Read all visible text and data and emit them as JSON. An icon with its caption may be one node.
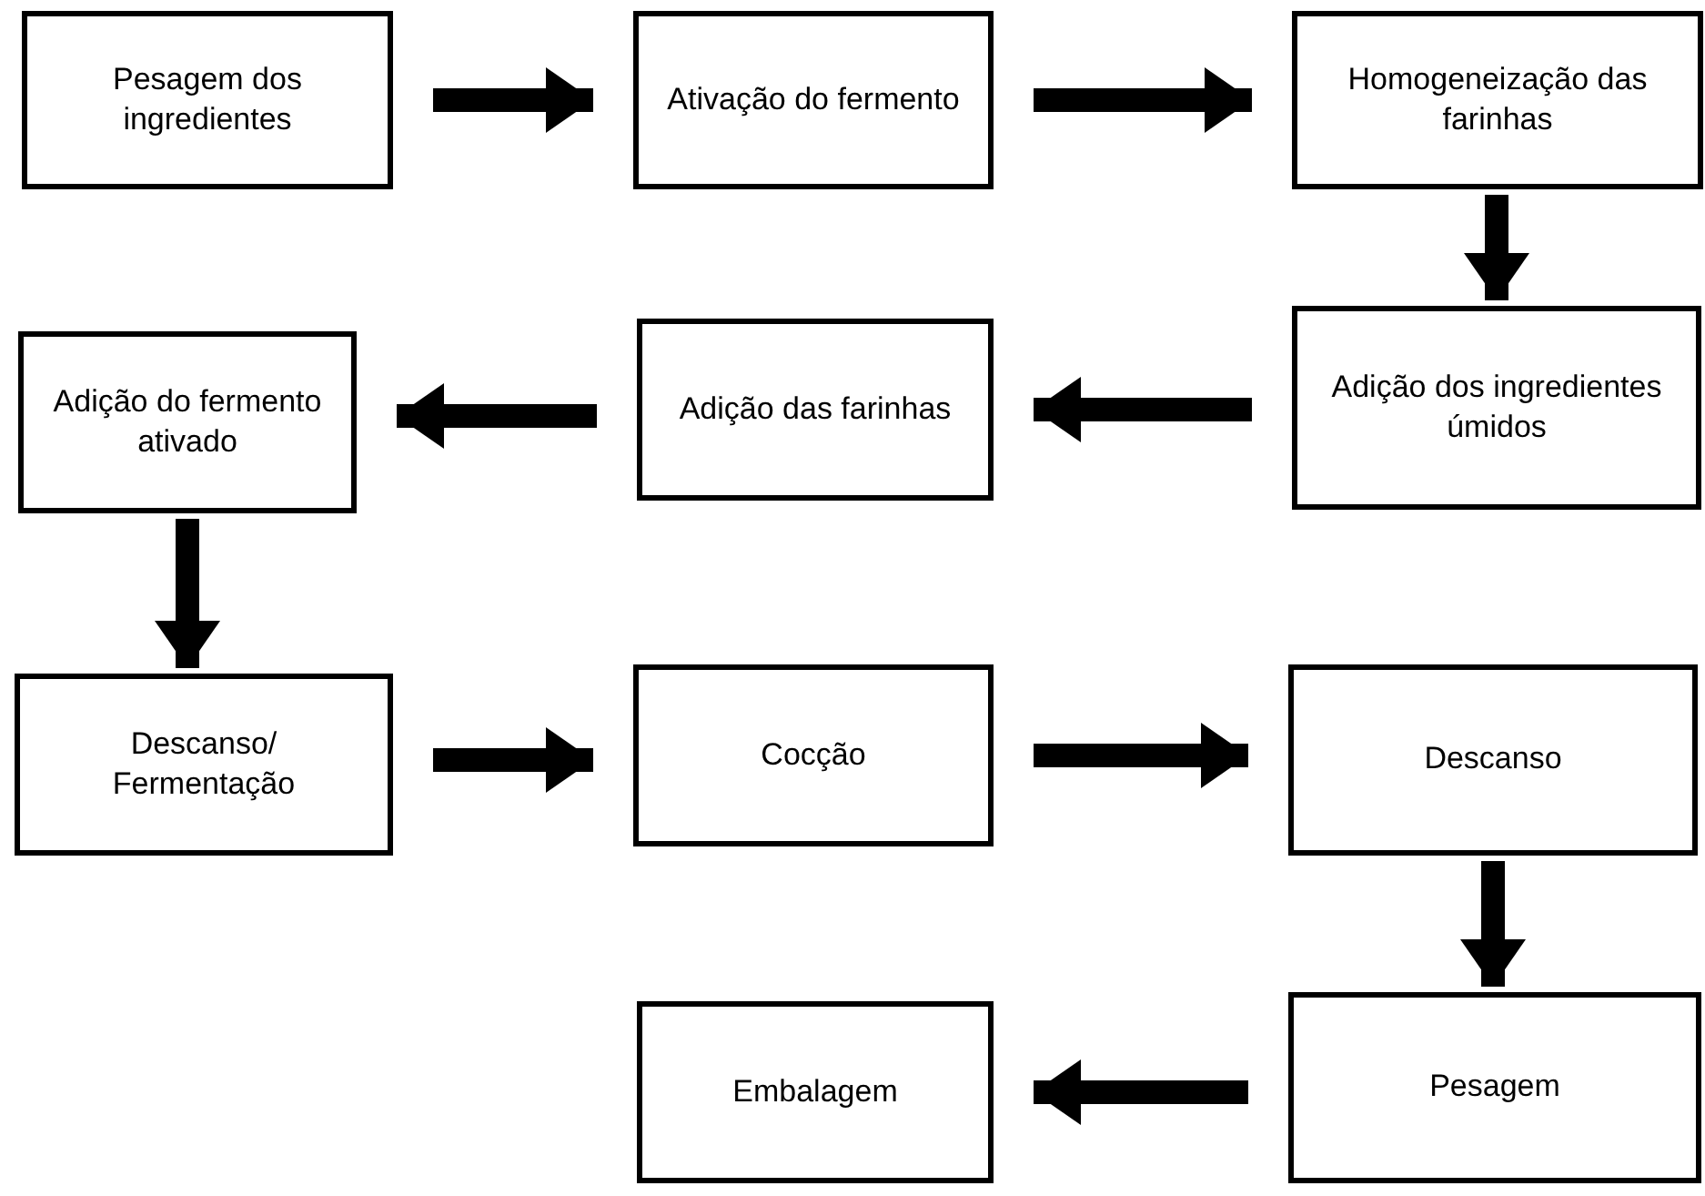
{
  "diagram": {
    "nodes": [
      {
        "text": [
          "Pesagem dos ingredientes"
        ]
      },
      {
        "text": [
          "Ativação do fermento"
        ]
      },
      {
        "text": [
          "Homogeneização das farinhas"
        ]
      },
      {
        "text": [
          "Adição dos ingredientes úmidos"
        ]
      },
      {
        "text": [
          "Adição das farinhas"
        ]
      },
      {
        "text": [
          "Adição do fermento ativado"
        ]
      },
      {
        "text": [
          "Descanso/ Fermentação"
        ]
      },
      {
        "text": [
          "Cocção"
        ]
      },
      {
        "text": [
          "Descanso"
        ]
      },
      {
        "text": [
          "Pesagem"
        ]
      },
      {
        "text": [
          "Embalagem"
        ]
      }
    ],
    "edges": [
      {
        "from": 0,
        "to": 1,
        "arrow": "to"
      },
      {
        "from": 1,
        "to": 2,
        "arrow": "to"
      },
      {
        "from": 2,
        "to": 3,
        "arrow": "to"
      },
      {
        "from": 3,
        "to": 4,
        "arrow": "to"
      },
      {
        "from": 4,
        "to": 5,
        "arrow": "to"
      },
      {
        "from": 5,
        "to": 6,
        "arrow": "to"
      },
      {
        "from": 6,
        "to": 7,
        "arrow": "to"
      },
      {
        "from": 7,
        "to": 8,
        "arrow": "to"
      },
      {
        "from": 8,
        "to": 9,
        "arrow": "to"
      },
      {
        "from": 9,
        "to": 10,
        "arrow": "to"
      }
    ]
  }
}
